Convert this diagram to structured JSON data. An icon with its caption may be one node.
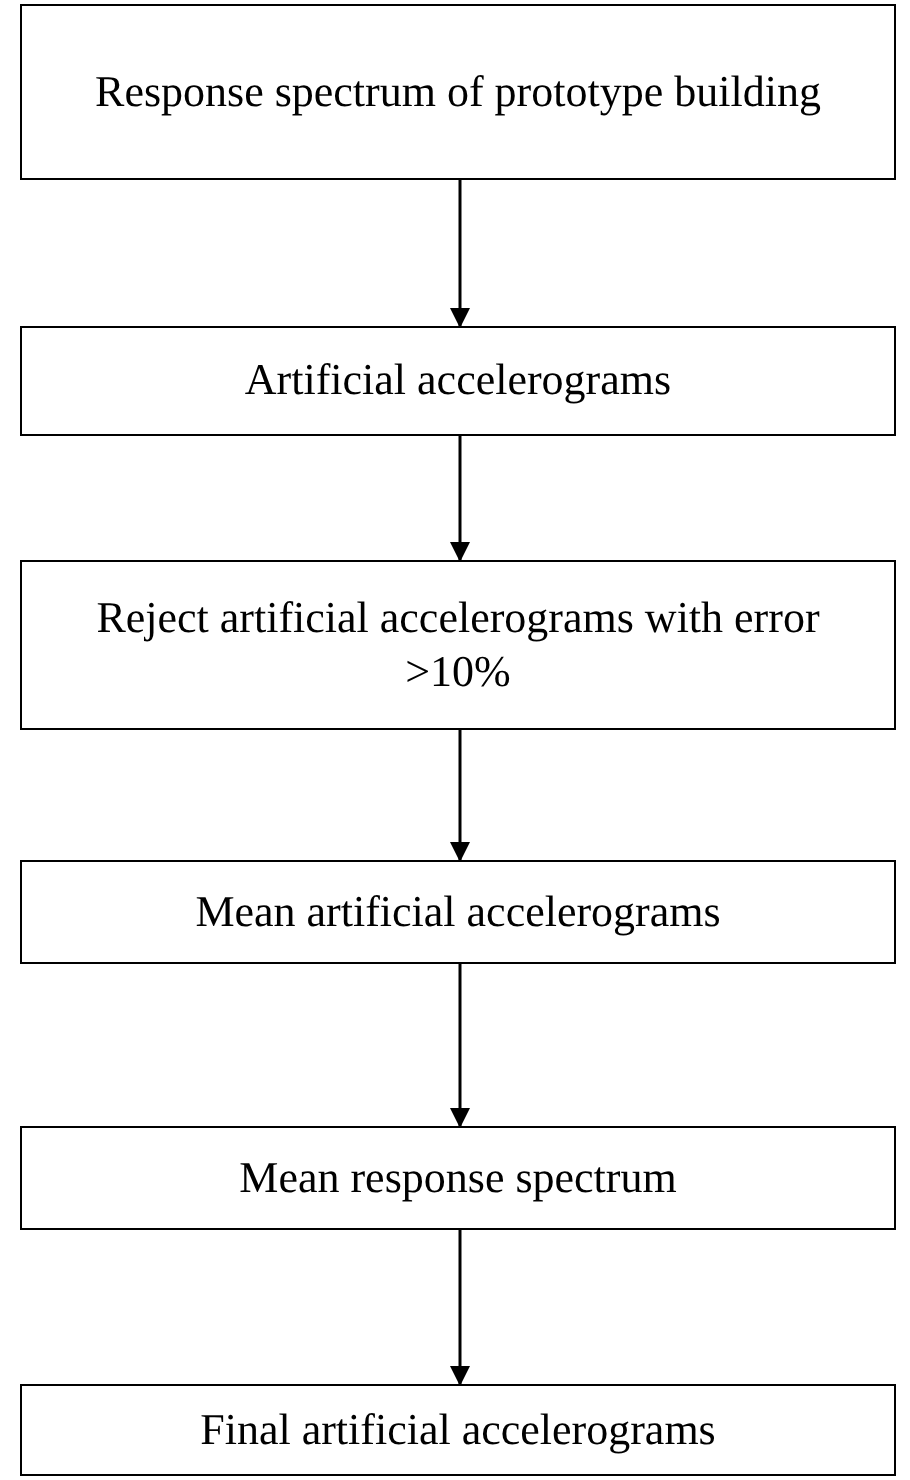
{
  "diagram": {
    "nodes": [
      {
        "text": [
          "Response spectrum of prototype building"
        ]
      },
      {
        "text": [
          "Artificial accelerograms"
        ]
      },
      {
        "text": [
          "Reject artificial accelerograms with error >10%"
        ]
      },
      {
        "text": [
          "Mean artificial accelerograms"
        ]
      },
      {
        "text": [
          "Mean response spectrum"
        ]
      },
      {
        "text": [
          "Final artificial accelerograms"
        ]
      }
    ],
    "edges": [
      {
        "from": 0,
        "to": 1,
        "arrow": "to"
      },
      {
        "from": 1,
        "to": 2,
        "arrow": "to"
      },
      {
        "from": 2,
        "to": 3,
        "arrow": "to"
      },
      {
        "from": 3,
        "to": 4,
        "arrow": "to"
      },
      {
        "from": 4,
        "to": 5,
        "arrow": "to"
      }
    ]
  }
}
